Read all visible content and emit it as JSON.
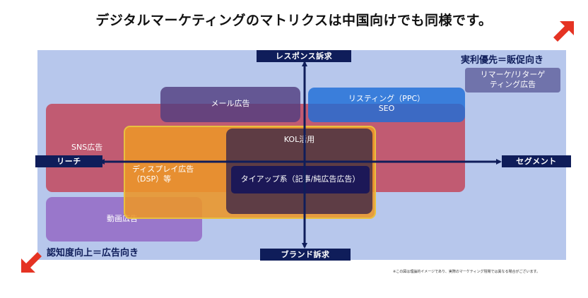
{
  "title": "デジタルマーケティングのマトリクスは中国向けでも同様です。",
  "axes": {
    "top": "レスポンス訴求",
    "bottom": "ブランド訴求",
    "left": "リーチ",
    "right": "セグメント"
  },
  "corners": {
    "top_right": "実利優先＝販促向き",
    "bottom_left": "認知度向上＝広告向き"
  },
  "boxes": {
    "retargeting": [
      "リマーケ/リターゲ",
      "ティング広告"
    ],
    "mail": "メール広告",
    "listing": [
      "リスティング（PPC）",
      "SEO"
    ],
    "sns": "SNS広告",
    "display": [
      "ディスプレイ広告",
      "（DSP）等"
    ],
    "kol": "KOL活用",
    "tieup": "タイアップ系（記事/純広告広告）",
    "video": "動画広告"
  },
  "footnote": "※この図は理論的イメージであり、実際のマーケティング現場では異なる場合がございます。",
  "colors": {
    "panel_bg": "#b7c7ec",
    "navy": "#0f1d5a",
    "corner_arrow": "#e53323"
  },
  "icons": [
    "corner-arrow-icon"
  ]
}
